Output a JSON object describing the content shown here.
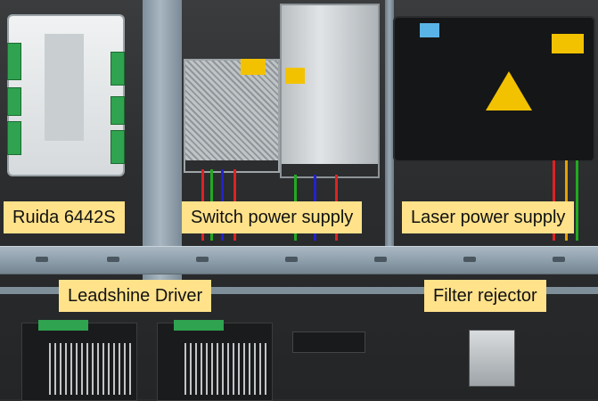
{
  "labels": {
    "controller": "Ruida 6442S",
    "switch_psu": "Switch power supply",
    "laser_psu": "Laser power supply",
    "driver": "Leadshine Driver",
    "filter": "Filter rejector"
  },
  "colors": {
    "label_bg": "#ffe28a",
    "panel": "#2a2c2e",
    "rail": "#98a8b4",
    "terminal_green": "#2fa34f",
    "warning_yellow": "#f2c200"
  }
}
